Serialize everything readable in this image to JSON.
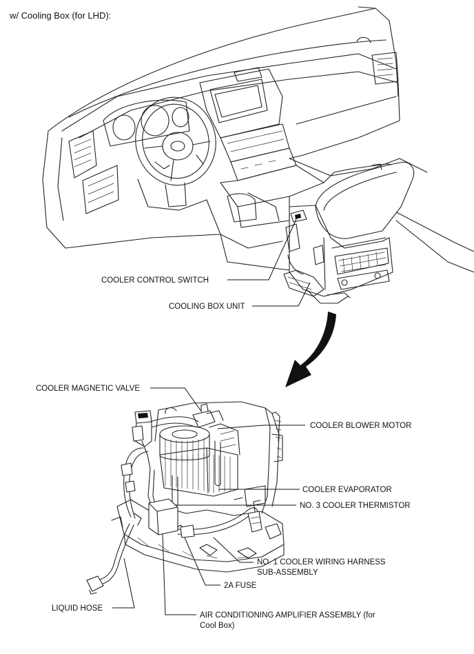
{
  "title": "w/ Cooling Box (for LHD):",
  "labels": {
    "cooler_control_switch": "COOLER CONTROL SWITCH",
    "cooling_box_unit": "COOLING BOX UNIT",
    "cooler_magnetic_valve": "COOLER MAGNETIC VALVE",
    "cooler_blower_motor": "COOLER BLOWER MOTOR",
    "cooler_evaporator": "COOLER EVAPORATOR",
    "no3_cooler_thermistor": "NO. 3 COOLER THERMISTOR",
    "no1_wiring_harness_line1": "NO. 1 COOLER WIRING HARNESS",
    "no1_wiring_harness_line2": "SUB-ASSEMBLY",
    "fuse_2a": "2A FUSE",
    "liquid_hose": "LIQUID HOSE",
    "ac_amplifier_line1": "AIR CONDITIONING AMPLIFIER ASSEMBLY (for",
    "ac_amplifier_line2": "Cool Box)"
  }
}
